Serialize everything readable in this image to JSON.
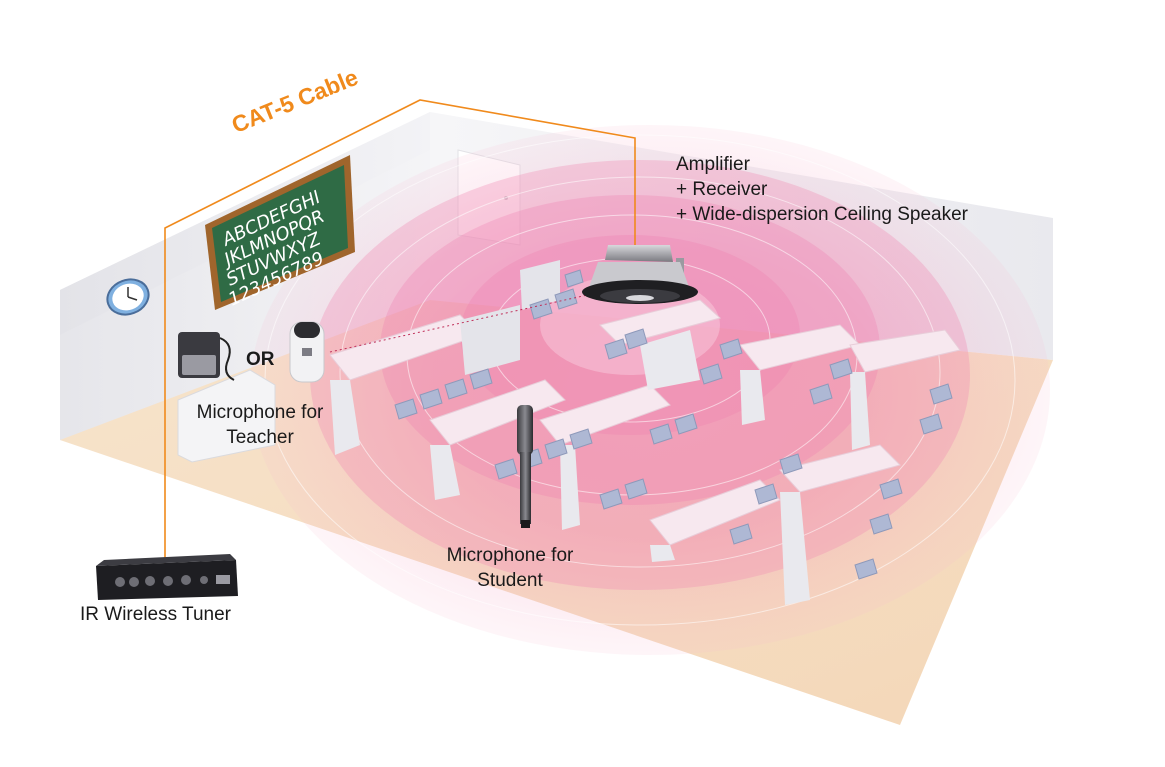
{
  "cable_label": "CAT-5 Cable",
  "amplifier_lines": [
    "Amplifier",
    "+ Receiver",
    "+ Wide-dispersion Ceiling Speaker"
  ],
  "or_label": "OR",
  "teacher_mic_lines": [
    "Microphone for",
    "Teacher"
  ],
  "student_mic_lines": [
    "Microphone for",
    "Student"
  ],
  "tuner_label": "IR Wireless Tuner",
  "chalkboard_lines": [
    "ABCDEFGHI",
    "JKLMNOPQR",
    "STUVWXYZ",
    "123456789"
  ],
  "colors": {
    "cable": "#f08a1c",
    "coverage": "#f07fae",
    "floor": "#f6dfc3",
    "wall": "#eeeef1",
    "chalkboard": "#2f6b45",
    "chalkboard_frame": "#a0652c",
    "seat": "#aeb8d4",
    "desk": "#f7e8ef"
  },
  "icons": {
    "clock": "wall-clock-icon",
    "speaker": "ceiling-speaker-icon",
    "tuner": "tuner-device-icon",
    "teacher_mic_a": "bodypack-transmitter-icon",
    "teacher_mic_b": "handheld-transmitter-icon",
    "student_mic": "stick-microphone-icon"
  }
}
